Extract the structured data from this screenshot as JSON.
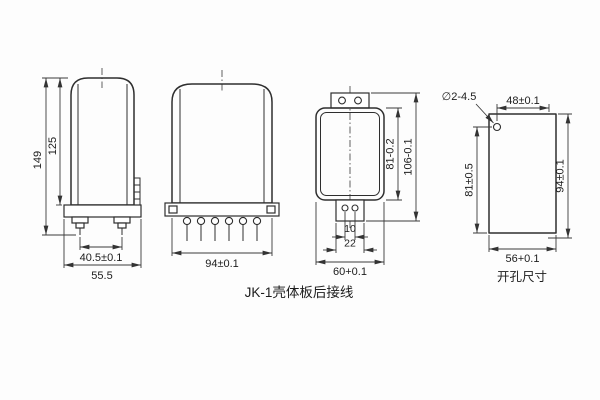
{
  "drawing": {
    "caption": "JK-1壳体板后接线",
    "side_view": {
      "height_overall": "149",
      "height_body": "125",
      "stud_spacing": "40.5±0.1",
      "base_width": "55.5"
    },
    "front_view": {
      "width": "94±0.1"
    },
    "rear_view": {
      "body_height": "81-0.2",
      "overall_height": "106-0.1",
      "hole_spacing": "10",
      "tab_width": "22",
      "body_width": "60+0.1"
    },
    "cutout_view": {
      "hole_note": "∅2-4.5",
      "hole_spacing_top": "48±0.1",
      "height_left": "81±0.5",
      "height_right": "94±0.1",
      "width_bottom": "56+0.1",
      "caption": "开孔尺寸"
    }
  }
}
